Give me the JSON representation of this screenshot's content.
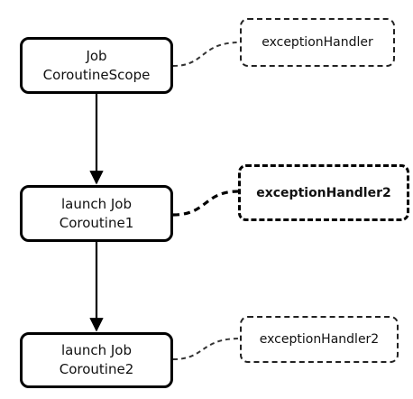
{
  "nodes": [
    {
      "line1": "Job",
      "line2": "CoroutineScope"
    },
    {
      "line1": "launch Job",
      "line2": "Coroutine1"
    },
    {
      "line1": "launch Job",
      "line2": "Coroutine2"
    }
  ],
  "handlers": [
    {
      "label": "exceptionHandler",
      "emphasized": false
    },
    {
      "label": "exceptionHandler2",
      "emphasized": true
    },
    {
      "label": "exceptionHandler2",
      "emphasized": false
    }
  ],
  "edges": [
    {
      "from": "node-0",
      "to": "node-1",
      "style": "solid-arrow"
    },
    {
      "from": "node-1",
      "to": "node-2",
      "style": "solid-arrow"
    },
    {
      "from": "node-0",
      "to": "handler-0",
      "style": "dashed"
    },
    {
      "from": "node-1",
      "to": "handler-1",
      "style": "dashed-bold"
    },
    {
      "from": "node-2",
      "to": "handler-2",
      "style": "dashed"
    }
  ],
  "colors": {
    "stroke": "#000000",
    "background": "#ffffff"
  }
}
